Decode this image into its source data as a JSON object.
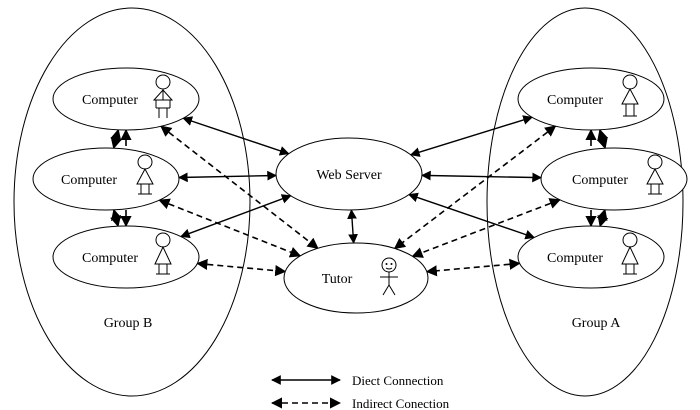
{
  "diagram": {
    "nodes": {
      "b1": "Computer",
      "b2": "Computer",
      "b3": "Computer",
      "a1": "Computer",
      "a2": "Computer",
      "a3": "Computer",
      "server": "Web Server",
      "tutor": "Tutor"
    },
    "groups": {
      "left": "Group B",
      "right": "Group A"
    },
    "legend": {
      "direct": "Diect Connection",
      "indirect": "Indirect Conection"
    },
    "edges": [
      {
        "from": "b1",
        "to": "server",
        "style": "solid"
      },
      {
        "from": "b2",
        "to": "server",
        "style": "solid"
      },
      {
        "from": "b3",
        "to": "server",
        "style": "solid"
      },
      {
        "from": "a1",
        "to": "server",
        "style": "solid"
      },
      {
        "from": "a2",
        "to": "server",
        "style": "solid"
      },
      {
        "from": "a3",
        "to": "server",
        "style": "solid"
      },
      {
        "from": "server",
        "to": "tutor",
        "style": "solid"
      },
      {
        "from": "b1",
        "to": "tutor",
        "style": "dashed"
      },
      {
        "from": "b2",
        "to": "tutor",
        "style": "dashed"
      },
      {
        "from": "b3",
        "to": "tutor",
        "style": "dashed"
      },
      {
        "from": "a1",
        "to": "tutor",
        "style": "dashed"
      },
      {
        "from": "a2",
        "to": "tutor",
        "style": "dashed"
      },
      {
        "from": "a3",
        "to": "tutor",
        "style": "dashed"
      },
      {
        "from": "b1",
        "to": "b2",
        "style": "dashed"
      },
      {
        "from": "b2",
        "to": "b3",
        "style": "dashed"
      },
      {
        "from": "b1",
        "to": "b3",
        "style": "dashed"
      },
      {
        "from": "a1",
        "to": "a2",
        "style": "dashed"
      },
      {
        "from": "a2",
        "to": "a3",
        "style": "dashed"
      },
      {
        "from": "a1",
        "to": "a3",
        "style": "dashed"
      }
    ]
  }
}
